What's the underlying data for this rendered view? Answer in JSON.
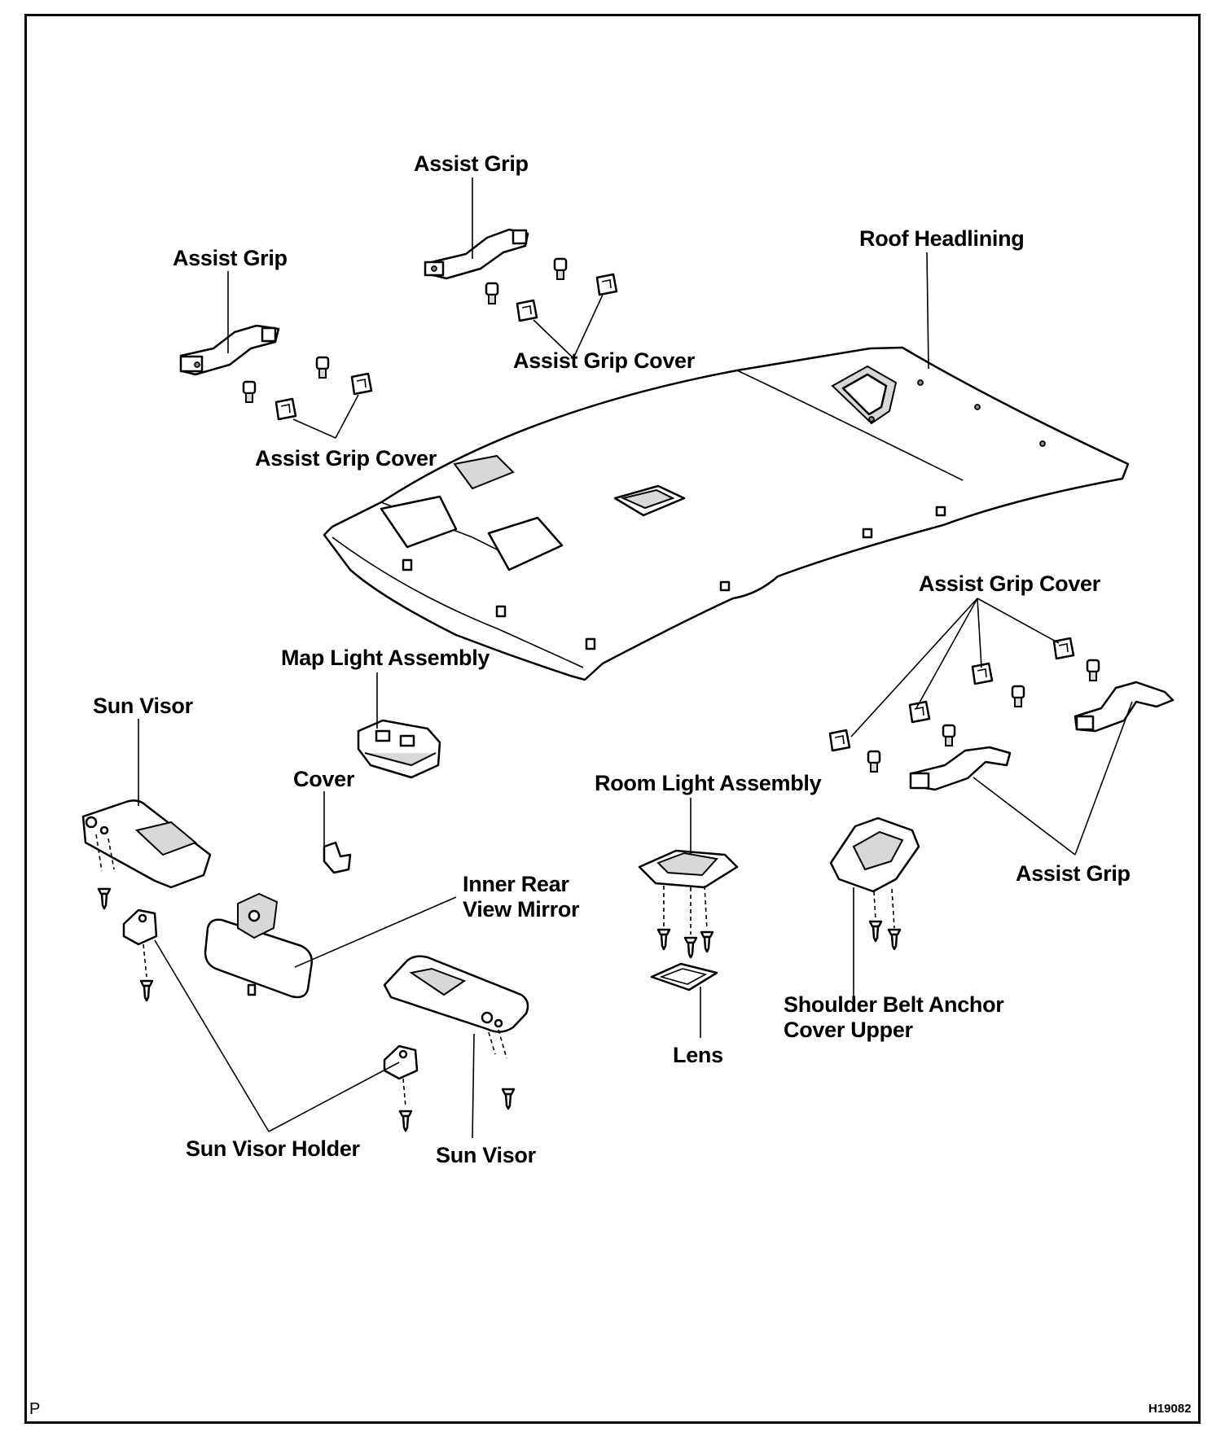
{
  "labels": {
    "assist_grip_top": "Assist Grip",
    "assist_grip_left": "Assist Grip",
    "roof_headlining": "Roof Headlining",
    "assist_grip_cover_top": "Assist Grip Cover",
    "assist_grip_cover_left": "Assist Grip Cover",
    "assist_grip_cover_right": "Assist Grip Cover",
    "map_light_assembly": "Map Light Assembly",
    "sun_visor_left": "Sun Visor",
    "cover": "Cover",
    "room_light_assembly": "Room Light Assembly",
    "assist_grip_right": "Assist Grip",
    "inner_rear_view_mirror_line1": "Inner Rear",
    "inner_rear_view_mirror_line2": "View Mirror",
    "shoulder_belt_line1": "Shoulder Belt Anchor",
    "shoulder_belt_line2": "Cover Upper",
    "lens": "Lens",
    "sun_visor_holder": "Sun Visor Holder",
    "sun_visor_right": "Sun Visor"
  },
  "footer": {
    "corner_left": "P",
    "figure_code": "H19082"
  },
  "colors": {
    "line": "#000000",
    "background": "#ffffff",
    "shade": "#d8d8d8"
  }
}
